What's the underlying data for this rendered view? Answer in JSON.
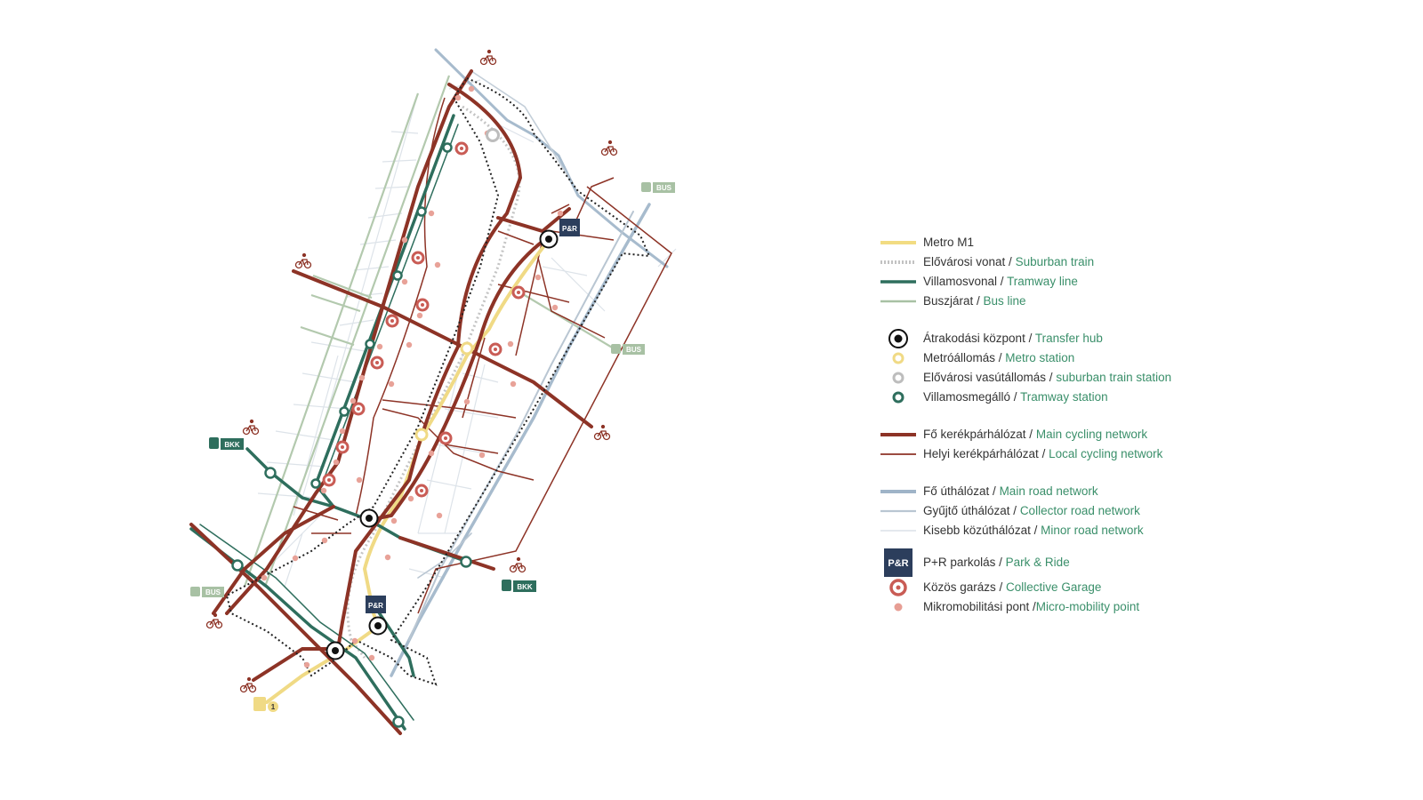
{
  "colors": {
    "metro": "#f2dc82",
    "suburban": "#c2c2c2",
    "tram": "#2e6e5d",
    "bus": "#a8c1a4",
    "main_cycle": "#8d3326",
    "local_cycle": "#8d3326",
    "main_road": "#9fb4c8",
    "collector_road": "#b9c6d2",
    "minor_road": "#d3dbe3",
    "pr": "#2c3e5c",
    "garage": "#c95c55",
    "micro": "#e79e94",
    "english_text": "#3a8f6a"
  },
  "map": {
    "labels": {
      "pr": "P&R",
      "bus": "BUS",
      "bkk": "BKK",
      "metro_line": "1"
    }
  },
  "legend": {
    "items": [
      {
        "id": "metro_line",
        "symbol": "metro-line",
        "hu": "Metro M1",
        "en": ""
      },
      {
        "id": "suburban_train",
        "symbol": "suburban-line",
        "hu": "Elővárosi vonat / ",
        "en": "Suburban train"
      },
      {
        "id": "tramway_line",
        "symbol": "tram-line",
        "hu": "Villamosvonal / ",
        "en": "Tramway line"
      },
      {
        "id": "bus_line",
        "symbol": "bus-line",
        "hu": "Buszjárat / ",
        "en": "Bus line"
      },
      {
        "id": "transfer_hub",
        "symbol": "transfer-hub",
        "hu": "Átrakodási központ / ",
        "en": "Transfer hub"
      },
      {
        "id": "metro_station",
        "symbol": "metro-station",
        "hu": "Metróállomás / ",
        "en": "Metro station"
      },
      {
        "id": "suburban_station",
        "symbol": "suburban-station",
        "hu": "Elővárosi vasútállomás / ",
        "en": "suburban train station"
      },
      {
        "id": "tram_stop",
        "symbol": "tram-station",
        "hu": "Villamosmegálló / ",
        "en": "Tramway station"
      },
      {
        "id": "main_cycling",
        "symbol": "main-cycle",
        "hu": "Fő kerékpárhálózat / ",
        "en": "Main cycling network"
      },
      {
        "id": "local_cycling",
        "symbol": "local-cycle",
        "hu": "Helyi kerékpárhálózat / ",
        "en": "Local cycling network"
      },
      {
        "id": "main_road",
        "symbol": "main-road",
        "hu": "Fő úthálózat / ",
        "en": "Main road network"
      },
      {
        "id": "collector_road",
        "symbol": "collector-road",
        "hu": "Gyűjtő úthálózat / ",
        "en": "Collector road network"
      },
      {
        "id": "minor_road",
        "symbol": "minor-road",
        "hu": "Kisebb közúthálózat / ",
        "en": "Minor road network"
      },
      {
        "id": "park_ride",
        "symbol": "pr-badge",
        "hu": "P+R parkolás / ",
        "en": "Park & Ride",
        "badge": "P&R"
      },
      {
        "id": "collective_garage",
        "symbol": "garage",
        "hu": "Közös garázs / ",
        "en": "Collective Garage"
      },
      {
        "id": "micro_mobility",
        "symbol": "micro",
        "hu": "Mikromobilitási pont /",
        "en": "Micro-mobility point"
      }
    ]
  }
}
